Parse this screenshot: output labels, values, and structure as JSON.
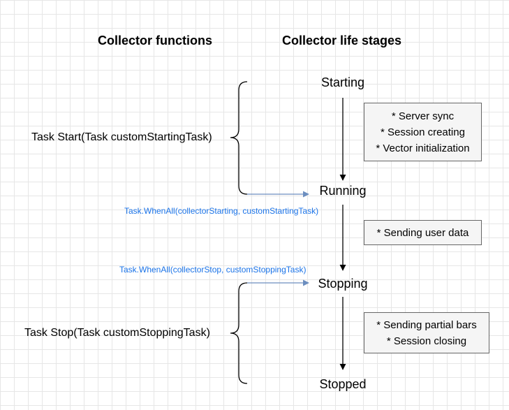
{
  "headings": {
    "functions": "Collector functions",
    "stages": "Collector life stages"
  },
  "stages": {
    "starting": "Starting",
    "running": "Running",
    "stopping": "Stopping",
    "stopped": "Stopped"
  },
  "functions": {
    "start": "Task Start(Task customStartingTask)",
    "stop": "Task Stop(Task customStoppingTask)"
  },
  "code_labels": {
    "when_all_starting": "Task.WhenAll(collectorStarting, customStartingTask)",
    "when_all_stop": "Task.WhenAll(collectorStop, customStoppingTask)"
  },
  "notes": {
    "starting": [
      "* Server sync",
      "* Session creating",
      "* Vector initialization"
    ],
    "running": [
      "* Sending user data"
    ],
    "stopping": [
      "* Sending partial bars",
      "* Session closing"
    ]
  },
  "colors": {
    "code_text": "#1a73e8",
    "connector": "#6c8ebf",
    "note_fill": "#f5f5f5",
    "note_border": "#666666"
  }
}
